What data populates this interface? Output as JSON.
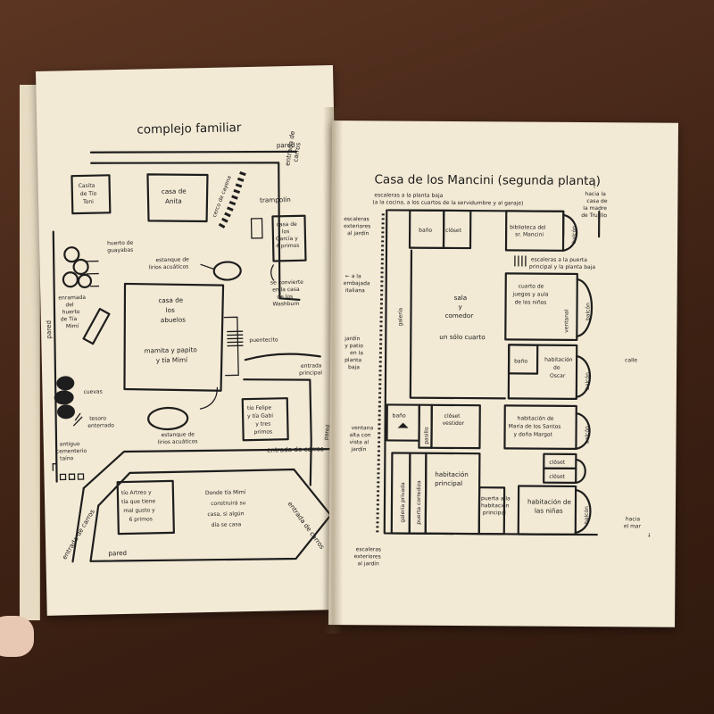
{
  "left_page": {
    "title": "complejo familiar",
    "labels": {
      "pared_top": "pared",
      "entrada_carros_top": [
        "entrada de",
        "carros"
      ],
      "casita_toni": [
        "Casita",
        "de Tío",
        "Toni"
      ],
      "casa_anita": [
        "casa de",
        "Anita"
      ],
      "cerco": "cerco de cayena",
      "trampolin": "trampolín",
      "casa_garcia": [
        "casa de",
        "los",
        "García y",
        "4 primos"
      ],
      "huerto": [
        "huerto de",
        "guayabas"
      ],
      "estanque1": [
        "estanque de",
        "lirios acuáticos"
      ],
      "washburn": [
        "se convierte",
        "en la casa",
        "de los",
        "Washburn"
      ],
      "enramada": [
        "enramada",
        "del",
        "huerto",
        "de Tía",
        "Mimí"
      ],
      "pared_left": "pared",
      "abuelos_title": [
        "casa de",
        "los",
        "abuelos"
      ],
      "abuelos_sub": [
        "mamita y papito",
        "y tía Mimí"
      ],
      "puentecito": "puentecito",
      "entrada_principal": [
        "entrada",
        "principal"
      ],
      "cuevas": "cuevas",
      "tesoro": [
        "tesoro",
        "enterrado"
      ],
      "felipe": [
        "tío Felipe",
        "y tía Gabi",
        "y tres",
        "primos"
      ],
      "estanque2": [
        "estanque de",
        "lirios acuáticos"
      ],
      "pared_right": "pared",
      "cementerio": [
        "antiguo",
        "cementerio",
        "taíno"
      ],
      "entrada_carros_mid": "entrada de carros",
      "artreo": [
        "tío Artreo y",
        "tía que tiene",
        "mal gusto y",
        "6 primos"
      ],
      "donde": [
        "Donde tía Mimí",
        "construirá su",
        "casa, si algún",
        "día se casa"
      ],
      "entrada_carros_left": "entrada de carros",
      "entrada_carros_right": "entrada de carros",
      "pared_bottom": "pared"
    }
  },
  "right_page": {
    "title": "Casa de los Mancini (segunda planta)",
    "labels": {
      "escaleras_baja": "escaleras a la planta baja",
      "cocina": "(a la cocina, a los cuartos de la servidumbre y al garaje)",
      "hacia_madre": [
        "hacia la",
        "casa de",
        "la madre",
        "de Trujillo"
      ],
      "escaleras_ext": [
        "escaleras",
        "exteriores",
        "al jardín"
      ],
      "bano1": "baño",
      "closet1": "clóset",
      "biblioteca": [
        "biblioteca del",
        "sr. Mancini"
      ],
      "balcon1": "balcón",
      "escaleras_puerta": [
        "escaleras a la puerta",
        "principal y la planta baja"
      ],
      "embajada": [
        "← a la",
        "embajada",
        "italiana"
      ],
      "sala": [
        "sala",
        "y",
        "comedor"
      ],
      "un_solo": "un sólo cuarto",
      "galeria": "galería",
      "cuarto_juegos": [
        "cuarto de",
        "juegos y aula",
        "de los niños"
      ],
      "ventanal": "ventanal",
      "balcon2": "balcón",
      "jardin_patio": [
        "jardín",
        "y patio",
        "en la",
        "planta",
        "baja"
      ],
      "bano2": "baño",
      "habitacion_oscar": [
        "habitación",
        "de",
        "Oscar"
      ],
      "calle": "calle",
      "balcon3": "balcón",
      "bano3": "baño",
      "closet_vestidor": [
        "clóset",
        "vestidor"
      ],
      "pasillo": "pasillo",
      "habitacion_maria": [
        "habitación de",
        "María de los Santos",
        "y doña Margot"
      ],
      "balcon4": "balcón",
      "ventana": [
        "ventana",
        "alta con",
        "vista al",
        "jardín"
      ],
      "closet2": "clóset",
      "closet3": "clóset",
      "galeria_privada": "galería privada",
      "puerta_corrediza": "puerta corrediza",
      "habitacion_principal": [
        "habitación",
        "principal"
      ],
      "puerta_habitacion": [
        "puerta a la",
        "habitación",
        "principal"
      ],
      "habitacion_ninas": [
        "habitación de",
        "las niñas"
      ],
      "balcon5": "balcón",
      "hacia_mar": [
        "hacia",
        "el mar",
        "↓"
      ],
      "escaleras_ext2": [
        "escaleras",
        "exteriores",
        "al jardín"
      ]
    }
  }
}
